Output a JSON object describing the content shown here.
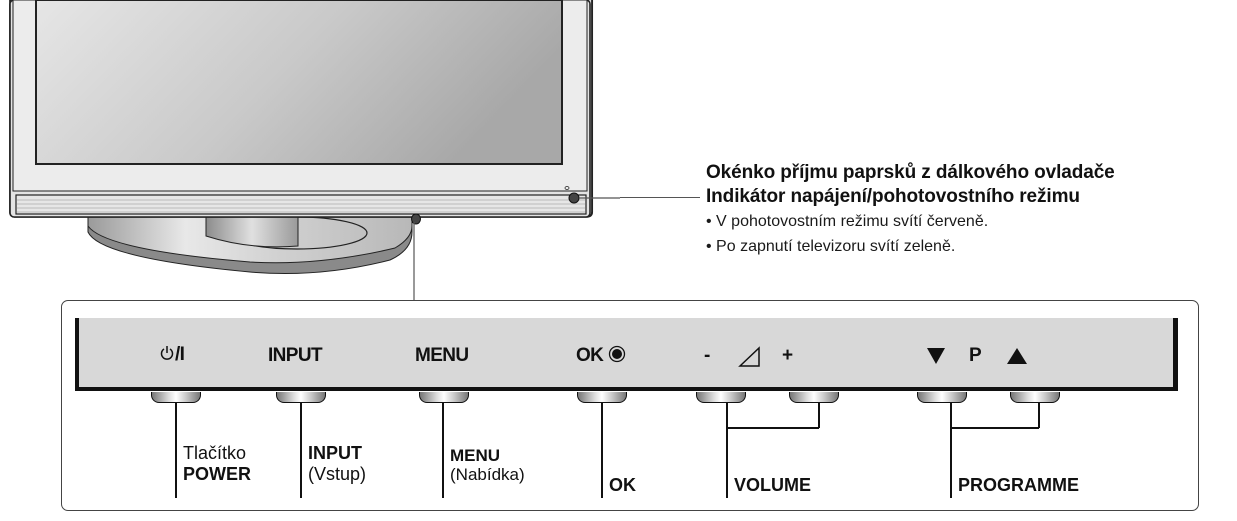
{
  "callout": {
    "title_line1": "Okénko příjmu paprsků z dálkového ovladače",
    "title_line2": "Indikátor napájení/pohotovostního režimu",
    "bullets": [
      "• V  pohotovostním režimu svítí červeně.",
      "• Po zapnutí televizoru svítí zeleně."
    ]
  },
  "panel": {
    "buttons": [
      {
        "id": "power",
        "panel_label": "/I",
        "icon": "power-icon",
        "desc_line1": "Tlačítko",
        "desc_line2": "POWER"
      },
      {
        "id": "input",
        "panel_label": "INPUT",
        "desc_line1": "INPUT",
        "desc_line2": "(Vstup)"
      },
      {
        "id": "menu",
        "panel_label": "MENU",
        "desc_line1": "MENU",
        "desc_line2": "(Nabídka)"
      },
      {
        "id": "ok",
        "panel_label": "OK",
        "icon": "ok-dot-icon",
        "desc_line1": "",
        "desc_line2": "OK"
      },
      {
        "id": "volume",
        "panel_label_minus": "-",
        "panel_label_plus": "+",
        "icon": "volume-triangle-icon",
        "desc_line2": "VOLUME"
      },
      {
        "id": "programme",
        "panel_label": "P",
        "icon_down": "triangle-down-icon",
        "icon_up": "triangle-up-icon",
        "desc_line2": "PROGRAMME"
      }
    ]
  },
  "colors": {
    "panel_gray": "#d8d8d8",
    "outline": "#111111",
    "screen_light": "#e4e4e4",
    "screen_dark": "#a9a9a9"
  }
}
